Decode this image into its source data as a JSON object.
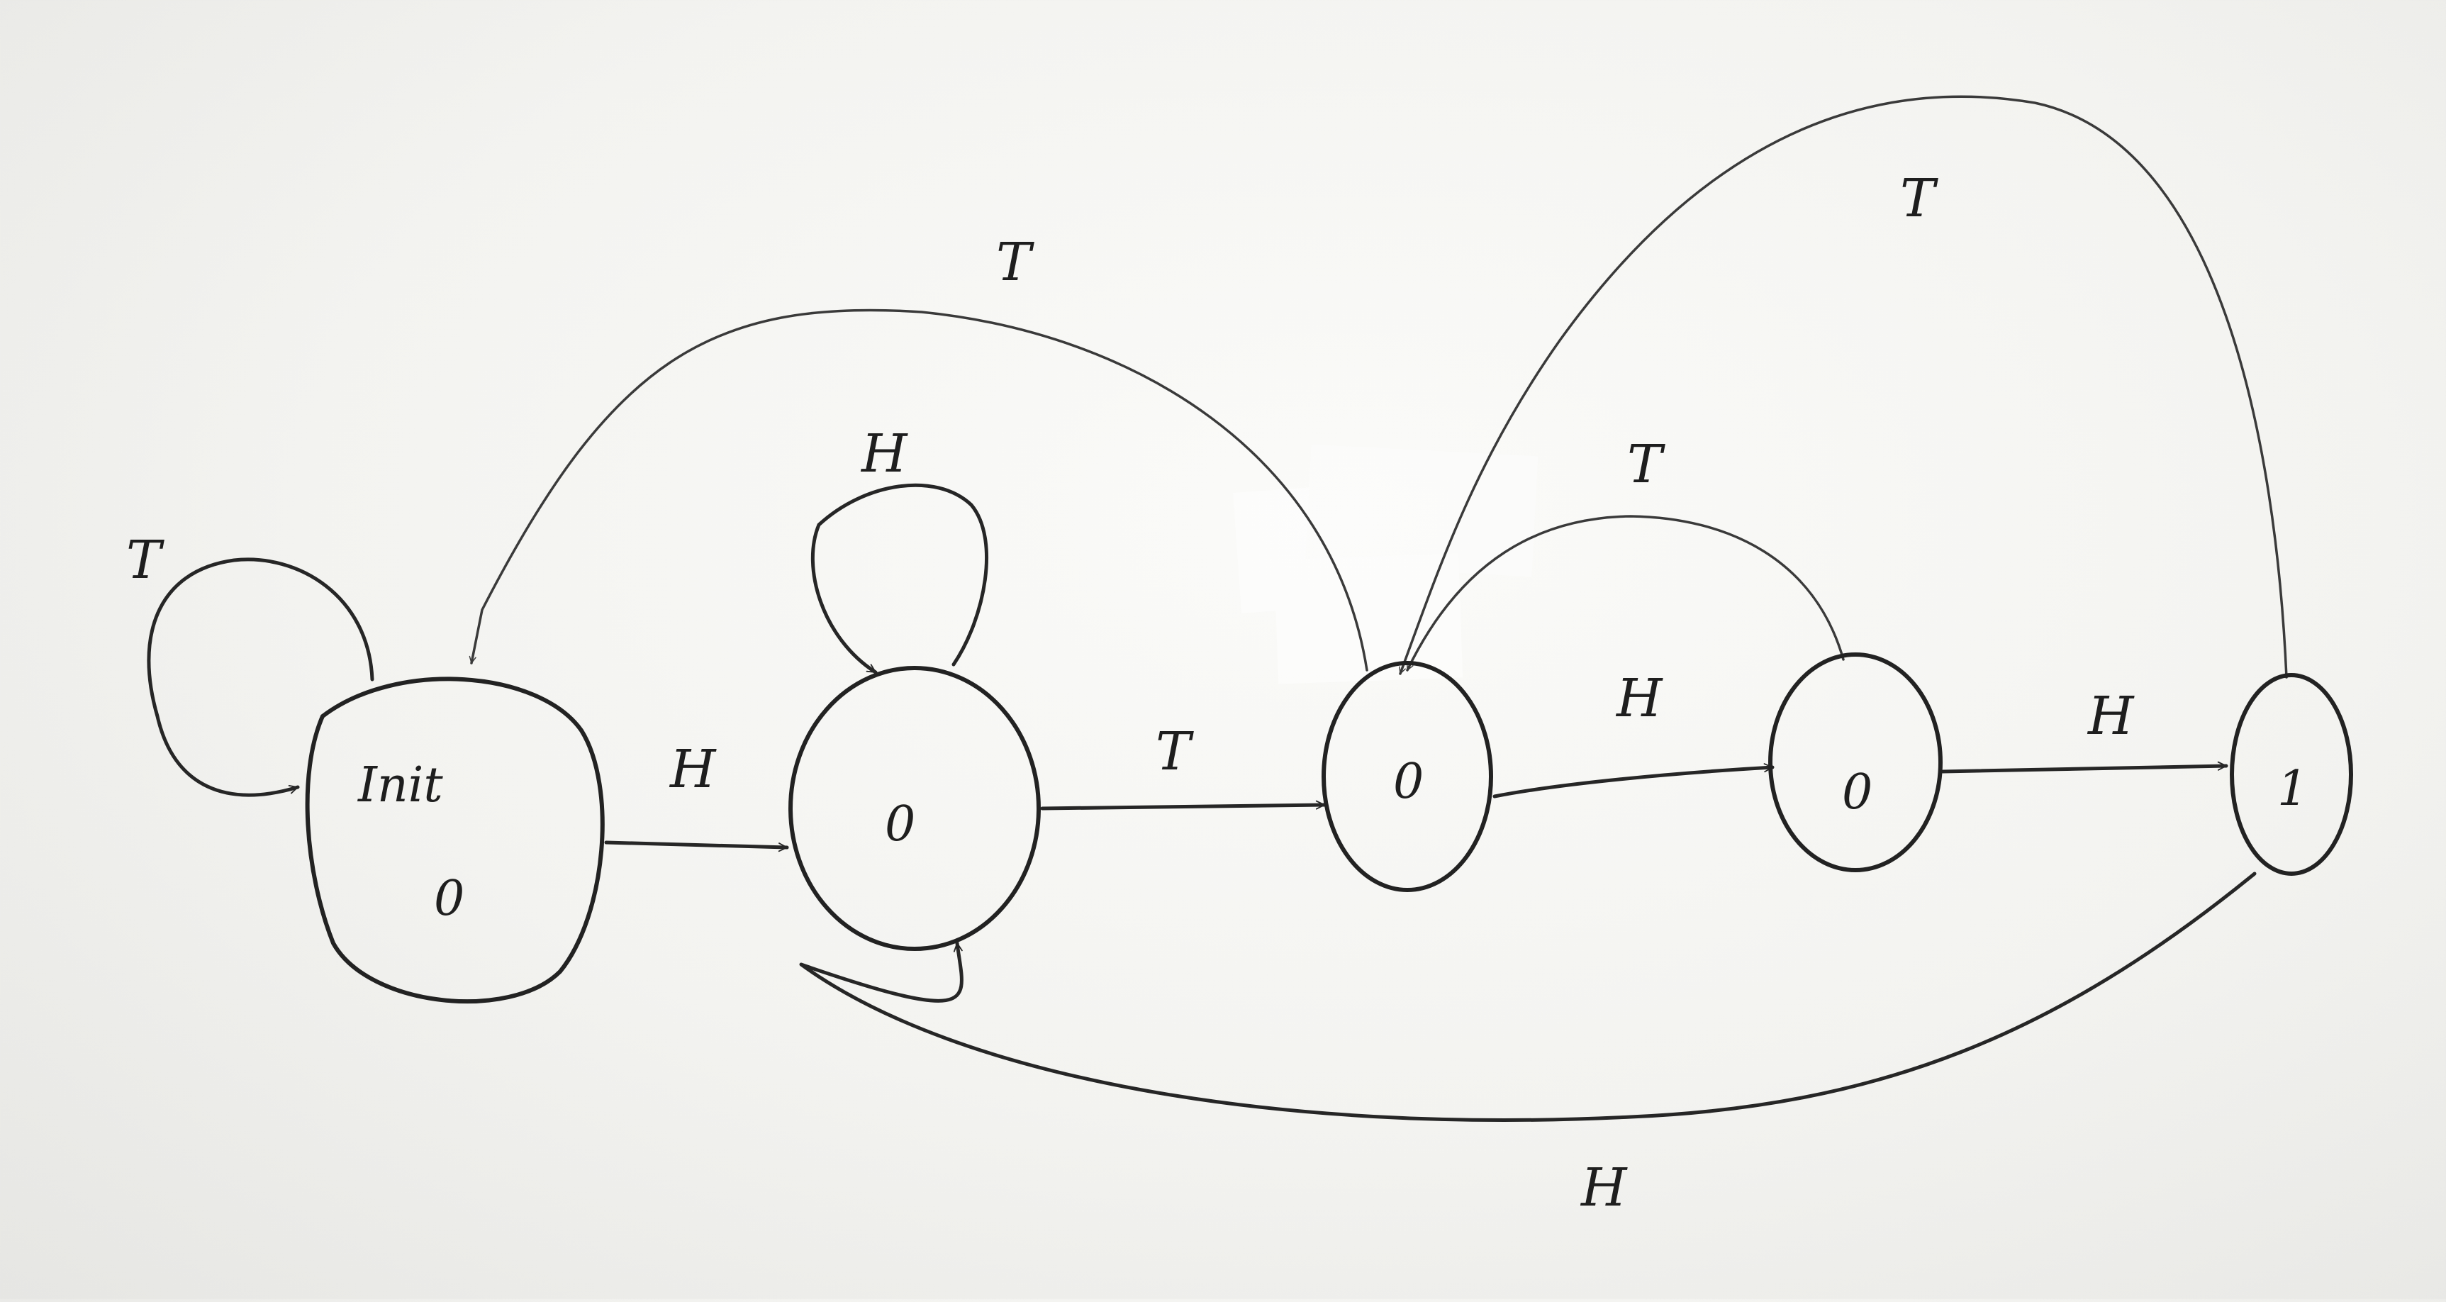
{
  "diagram": {
    "type": "state-machine",
    "background": "#f4f4f1",
    "ink_color": "#222222",
    "states": [
      {
        "id": "s0",
        "name": "Init",
        "output": "0"
      },
      {
        "id": "s1",
        "output": "0"
      },
      {
        "id": "s2",
        "output": "0"
      },
      {
        "id": "s3",
        "output": "0"
      },
      {
        "id": "s4",
        "output": "1"
      }
    ],
    "transitions": [
      {
        "from": "s0",
        "to": "s0",
        "label": "T"
      },
      {
        "from": "s0",
        "to": "s1",
        "label": "H"
      },
      {
        "from": "s1",
        "to": "s1",
        "label": "H"
      },
      {
        "from": "s1",
        "to": "s2",
        "label": "T"
      },
      {
        "from": "s2",
        "to": "s0",
        "label": "T"
      },
      {
        "from": "s2",
        "to": "s3",
        "label": "H"
      },
      {
        "from": "s3",
        "to": "s2",
        "label": "T"
      },
      {
        "from": "s3",
        "to": "s4",
        "label": "H"
      },
      {
        "from": "s4",
        "to": "s2",
        "label": "T"
      },
      {
        "from": "s4",
        "to": "s1",
        "label": "H"
      }
    ]
  }
}
